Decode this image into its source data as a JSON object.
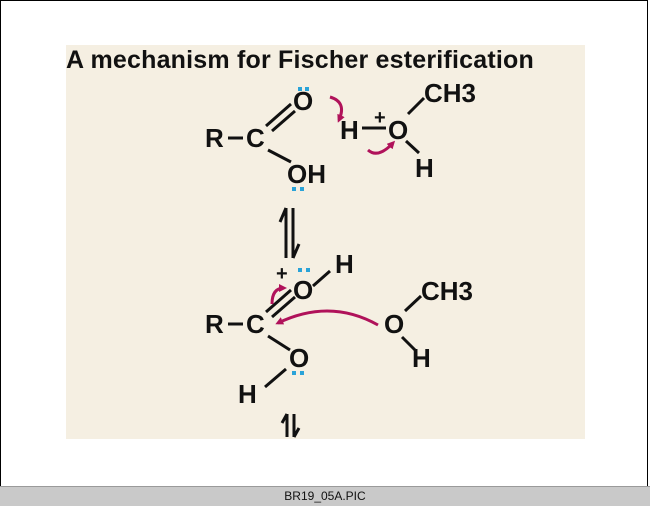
{
  "title": "A mechanism for Fischer esterification",
  "caption": "BR19_05A.PIC",
  "colors": {
    "arrow": "#b0125a",
    "lone_pair": "#2aa3d8",
    "slide_bg": "#f5efe2",
    "text": "#111111",
    "bar": "#c9c9c9"
  },
  "labels": {
    "r_group": "R",
    "bond_dash": "–",
    "carbon": "C",
    "oxygen": "O",
    "hydroxyl": "OH",
    "hydrogen": "H",
    "methyl": "CH3",
    "plus": "+"
  }
}
